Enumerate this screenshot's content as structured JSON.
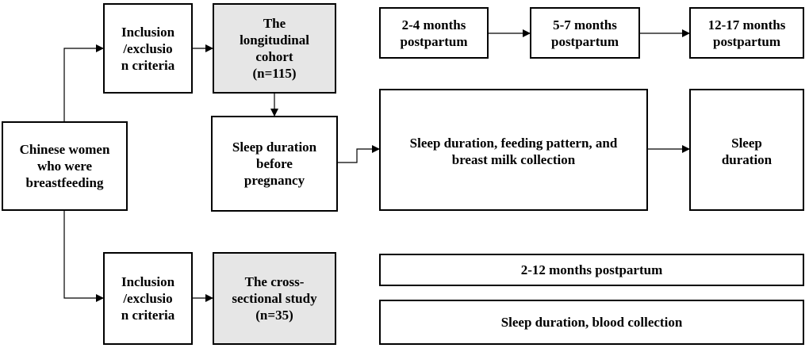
{
  "colors": {
    "line": "#000000",
    "box_fill": "#ffffff",
    "cohort_fill": "#e6e6e6"
  },
  "nodes": {
    "chinese_women": "Chinese women\nwho were\nbreastfeeding",
    "inclusion_top": "Inclusion\n/exclusio\nn criteria",
    "inclusion_bottom": "Inclusion\n/exclusio\nn criteria",
    "longitudinal_cohort": "The\nlongitudinal\ncohort\n(n=115)",
    "cross_sectional": "The cross-\nsectional study\n(n=35)",
    "sleep_before_pregnancy": "Sleep duration\nbefore\npregnancy",
    "time_2_4": "2-4 months\npostpartum",
    "time_5_7": "5-7 months\npostpartum",
    "time_12_17": "12-17 months\npostpartum",
    "sleep_feeding_milk": "Sleep duration, feeding pattern, and\nbreast milk collection",
    "sleep_duration": "Sleep\nduration",
    "time_2_12": "2-12 months postpartum",
    "sleep_blood": "Sleep duration, blood collection"
  }
}
